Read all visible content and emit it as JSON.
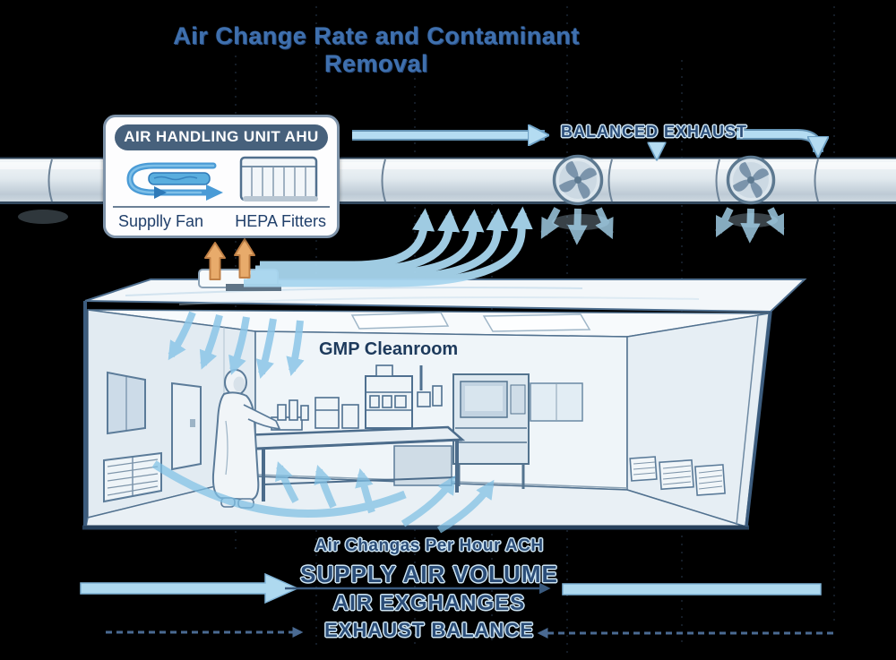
{
  "title": "Air Change Rate and Contaminant Removal",
  "ahu": {
    "header": "AIR HANDLING UNIT AHU",
    "fan_label": "Supplly Fan",
    "filter_label": "HEPA Fitters"
  },
  "exhaust": {
    "label": "BALANCED EXHAUST"
  },
  "cleanroom": {
    "label": "GMP Cleanroom"
  },
  "annotations": {
    "ach": "Air Changas Per Hour ACH",
    "supply": "SUPPLY AIR VOLUME",
    "exchanges": "AIR EXGHANGES",
    "balance": "EXHAUST BALANCE"
  },
  "icons": {
    "supply_fan_icon": "looping-recirculation-arrow",
    "hepa_filter_icon": "filter-panel-grid",
    "exhaust_fan_icon": "radial-fan-blades",
    "supply_airflow_icon": "light-blue-curved-arrows",
    "return_airflow_icon": "orange-up-arrows"
  },
  "colors": {
    "background": "#000000",
    "title_blue": "#3f70ae",
    "navy_text": "#21406b",
    "ahu_header_slate": "#47617c",
    "airflow_light_blue": "#a8d6ef",
    "fan_arrow_blue": "#4a9bd6",
    "orange_arrow": "#e8ab6b",
    "duct_edge": "#33495e",
    "room_outline": "#3c5c7e"
  }
}
